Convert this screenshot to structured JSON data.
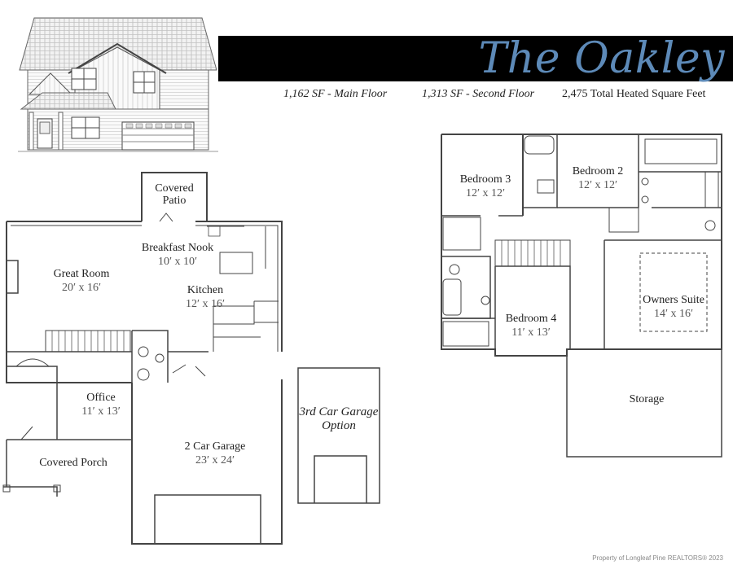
{
  "header": {
    "title": "The Oakley",
    "main_floor_sf": "1,162 SF - Main Floor",
    "second_floor_sf": "1,313 SF - Second Floor",
    "total_sf": "2,475 Total Heated Square Feet"
  },
  "main_floor": {
    "covered_patio": "Covered\nPatio",
    "breakfast_nook": {
      "name": "Breakfast Nook",
      "dim": "10′ x 10′"
    },
    "great_room": {
      "name": "Great Room",
      "dim": "20′ x 16′"
    },
    "kitchen": {
      "name": "Kitchen",
      "dim": "12′ x 16′"
    },
    "office": {
      "name": "Office",
      "dim": "11′ x 13′"
    },
    "two_car_garage": {
      "name": "2 Car Garage",
      "dim": "23′ x 24′"
    },
    "covered_porch": {
      "name": "Covered Porch"
    },
    "third_car_garage": "3rd Car Garage\nOption"
  },
  "second_floor": {
    "bedroom3": {
      "name": "Bedroom 3",
      "dim": "12′ x 12′"
    },
    "bedroom2": {
      "name": "Bedroom 2",
      "dim": "12′ x 12′"
    },
    "owners_suite": {
      "name": "Owners Suite",
      "dim": "14′ x 16′"
    },
    "bedroom4": {
      "name": "Bedroom 4",
      "dim": "11′ x 13′"
    },
    "storage": {
      "name": "Storage"
    }
  },
  "credit": "Property of Longleaf Pine REALTORS®  2023",
  "colors": {
    "title": "#5d8ab8",
    "banner": "#000000"
  }
}
